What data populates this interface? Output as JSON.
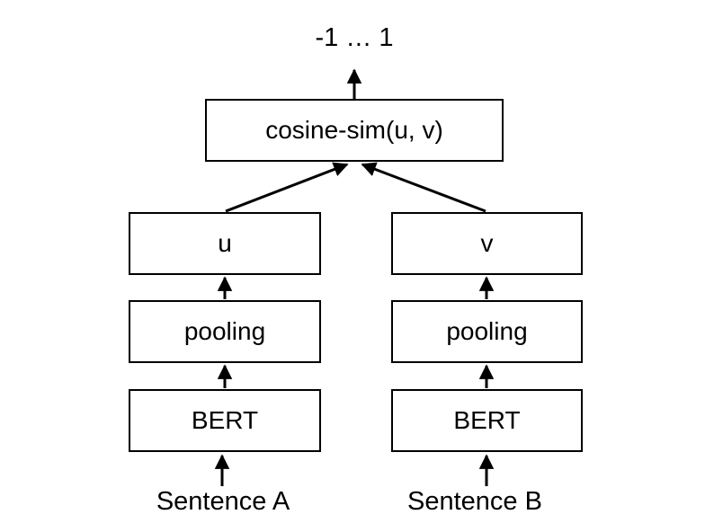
{
  "diagram": {
    "title_semantic": "sentence-bert-cosine-similarity-architecture",
    "output_label": "-1 … 1",
    "nodes": {
      "cosine": "cosine-sim(u, v)",
      "u": "u",
      "v": "v",
      "pooling_left": "pooling",
      "pooling_right": "pooling",
      "bert_left": "BERT",
      "bert_right": "BERT"
    },
    "inputs": {
      "sentence_a": "Sentence A",
      "sentence_b": "Sentence B"
    },
    "colors": {
      "stroke": "#000000",
      "text": "#000000",
      "background": "#ffffff",
      "box_fill": "#ffffff"
    }
  }
}
